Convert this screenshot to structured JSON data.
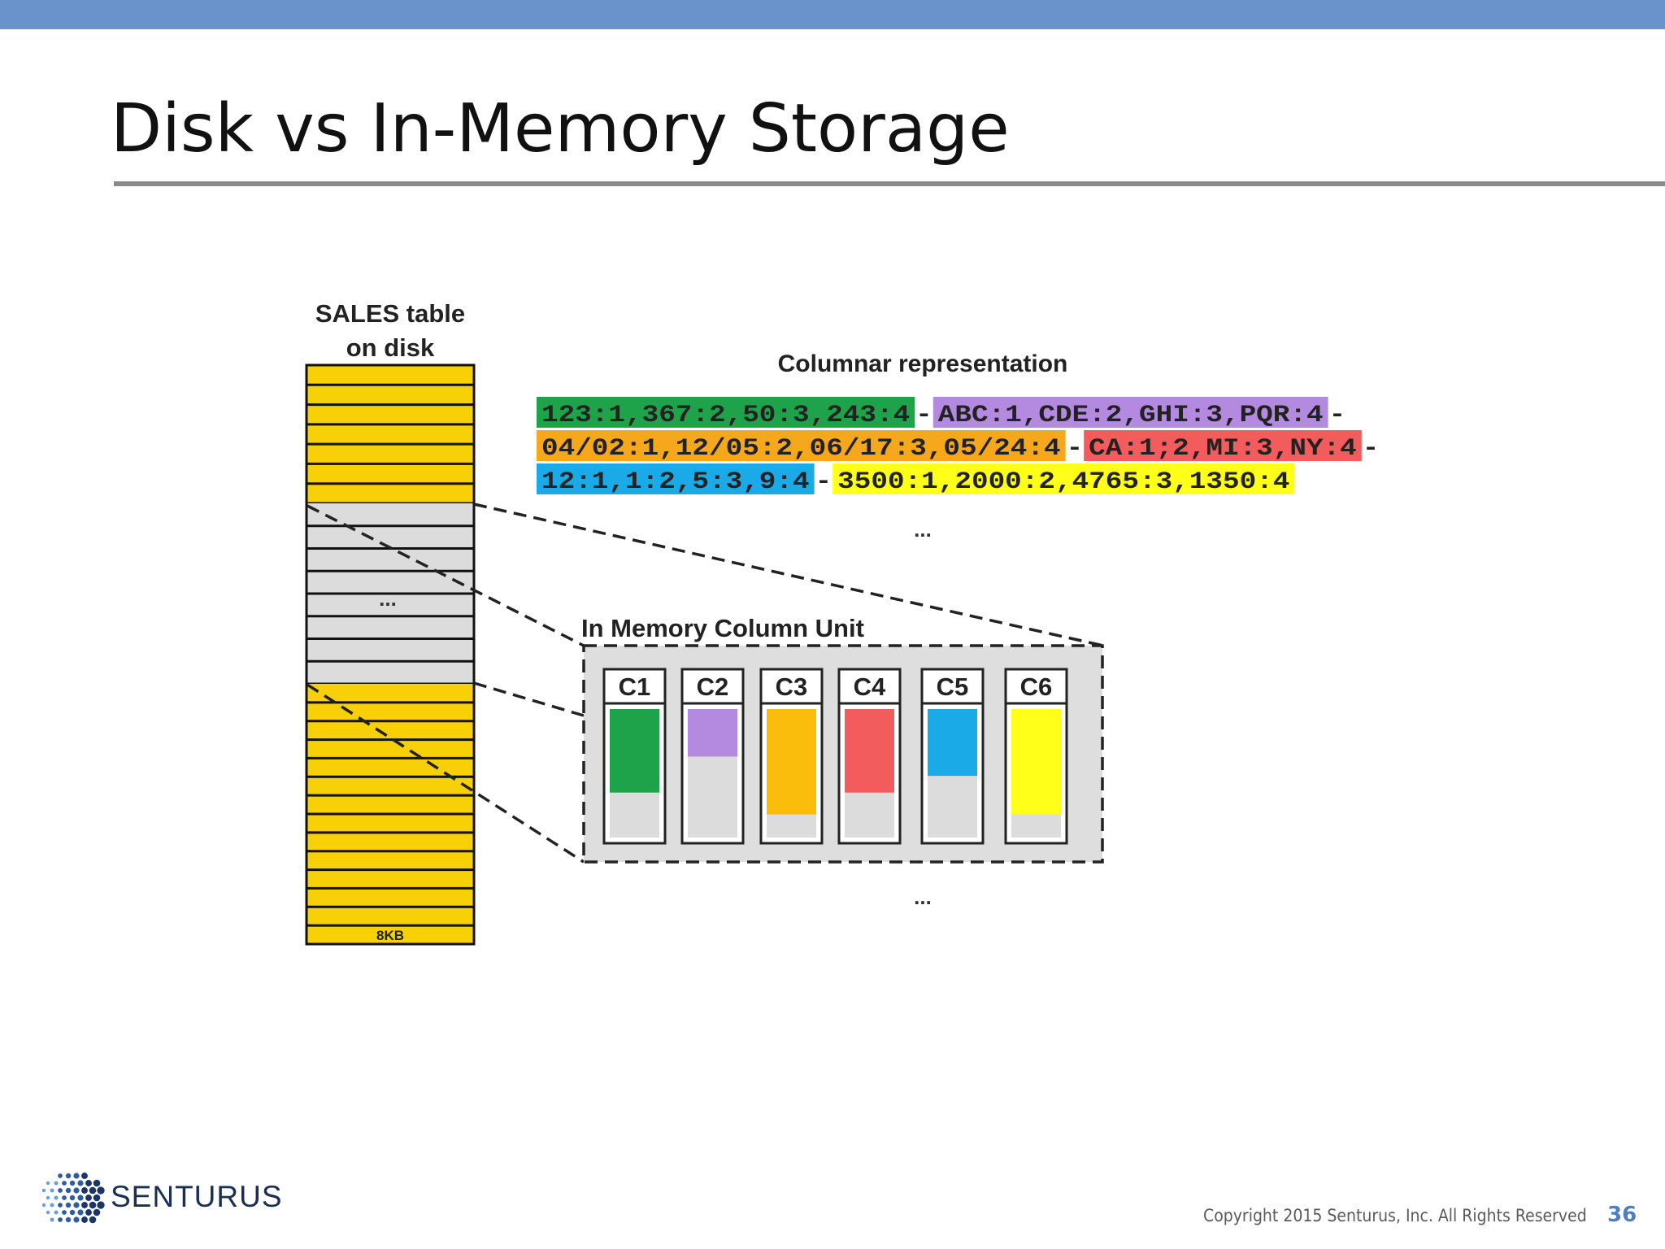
{
  "slide": {
    "title": "Disk vs In-Memory Storage",
    "page_number": "36",
    "copyright": "Copyright 2015  Senturus, Inc.   All Rights Reserved",
    "logo_text": "SENTURUS",
    "colors": {
      "top_bar": "#6b93cb",
      "rule": "#8a8a8a",
      "page_number": "#4f7fbf"
    }
  },
  "diagram": {
    "disk_label_line1": "SALES table",
    "disk_label_line2": "on disk",
    "disk_block_label": "8KB",
    "disk_ellipsis": "...",
    "columnar_title": "Columnar representation",
    "columnar_rows": [
      [
        {
          "text": "123:1,367:2,50:3,243:4",
          "color": "#1fa34a"
        },
        {
          "text": "-",
          "color": null
        },
        {
          "text": "ABC:1,CDE:2,GHI:3,PQR:4",
          "color": "#b48ae0"
        },
        {
          "text": "-",
          "color": null
        }
      ],
      [
        {
          "text": "04/02:1,12/05:2,06/17:3,05/24:4",
          "color": "#f5a81c"
        },
        {
          "text": "-",
          "color": null
        },
        {
          "text": "CA:1;2,MI:3,NY:4",
          "color": "#f25c5c"
        },
        {
          "text": "-",
          "color": null
        }
      ],
      [
        {
          "text": "12:1,1:2,5:3,9:4",
          "color": "#1aaae8"
        },
        {
          "text": "-",
          "color": null
        },
        {
          "text": "3500:1,2000:2,4765:3,1350:4",
          "color": "#ffff1a"
        }
      ]
    ],
    "columnar_ellipsis": "...",
    "unit_title": "In Memory Column Unit",
    "unit_ellipsis": "...",
    "columns": [
      {
        "label": "C1",
        "color": "#1fa34a",
        "fill": 0.65
      },
      {
        "label": "C2",
        "color": "#b48ae0",
        "fill": 0.37
      },
      {
        "label": "C3",
        "color": "#fbbd0b",
        "fill": 0.82
      },
      {
        "label": "C4",
        "color": "#f25c5c",
        "fill": 0.65
      },
      {
        "label": "C5",
        "color": "#1aaae8",
        "fill": 0.52
      },
      {
        "label": "C6",
        "color": "#ffff1a",
        "fill": 0.82
      }
    ],
    "disk_colors": {
      "yellow": "#f7d007",
      "grey": "#dcdcdc"
    }
  }
}
